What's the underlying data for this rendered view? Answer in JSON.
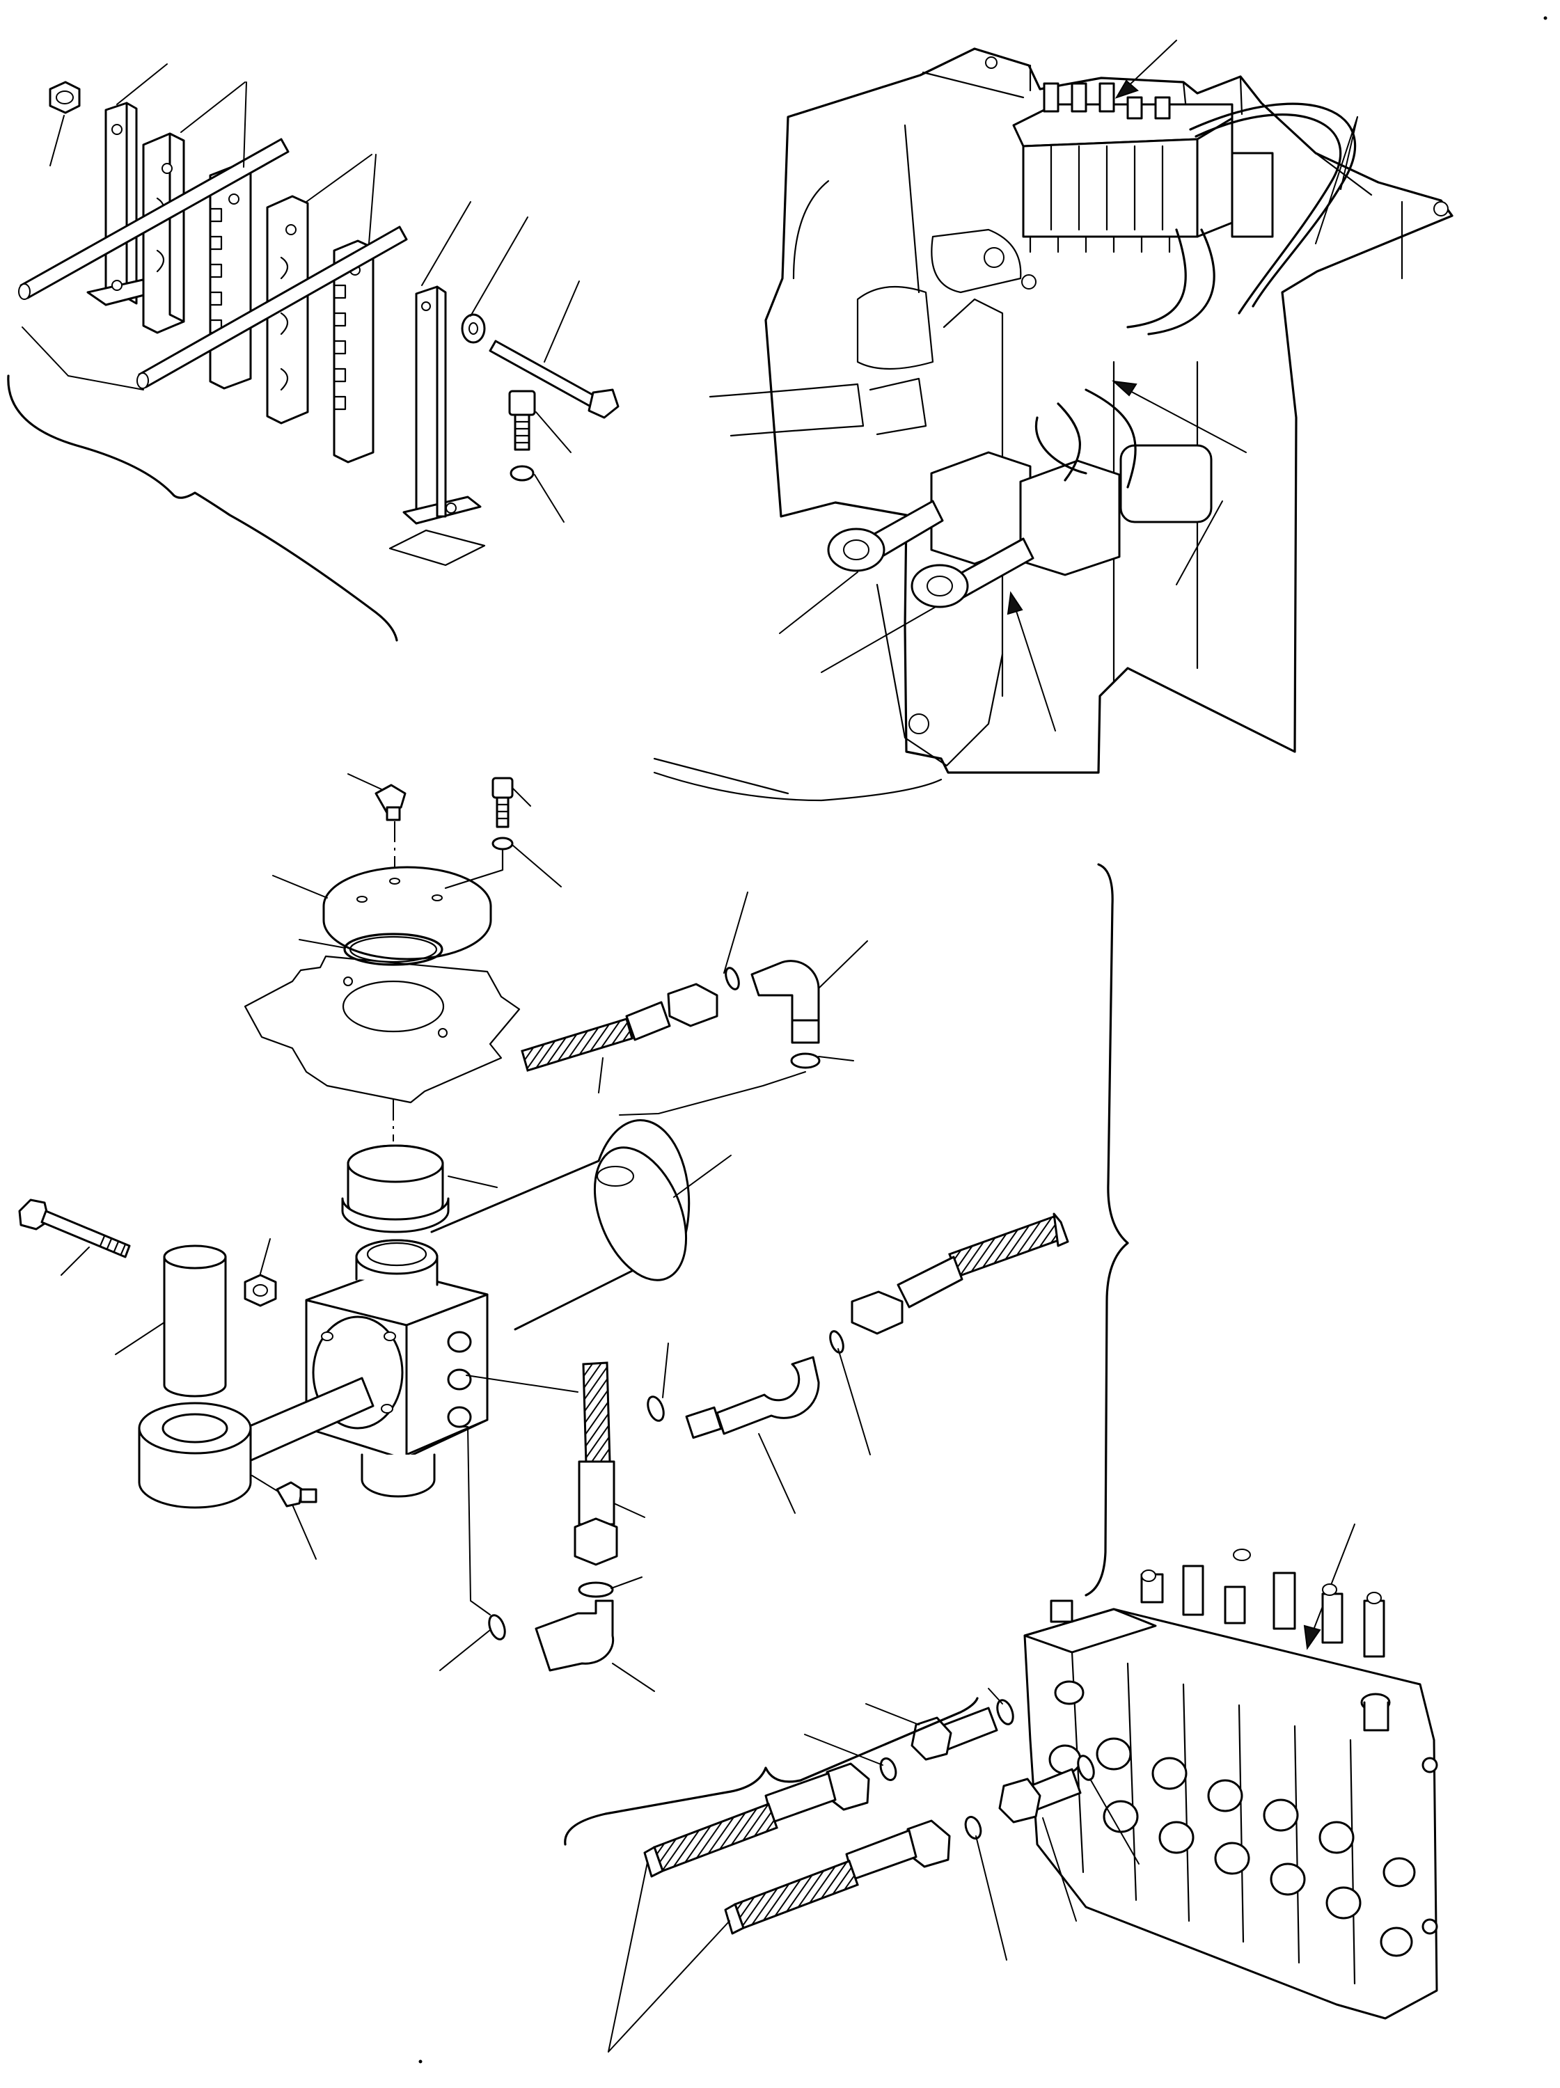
{
  "page": {
    "background": "#ffffff",
    "line_color": "#000000"
  },
  "views": [
    {
      "id": "hose-clamp-bracket",
      "label": ""
    },
    {
      "id": "machine-mounting",
      "label": ""
    },
    {
      "id": "swing-cylinder",
      "label": ""
    },
    {
      "id": "control-valve",
      "label": ""
    }
  ]
}
